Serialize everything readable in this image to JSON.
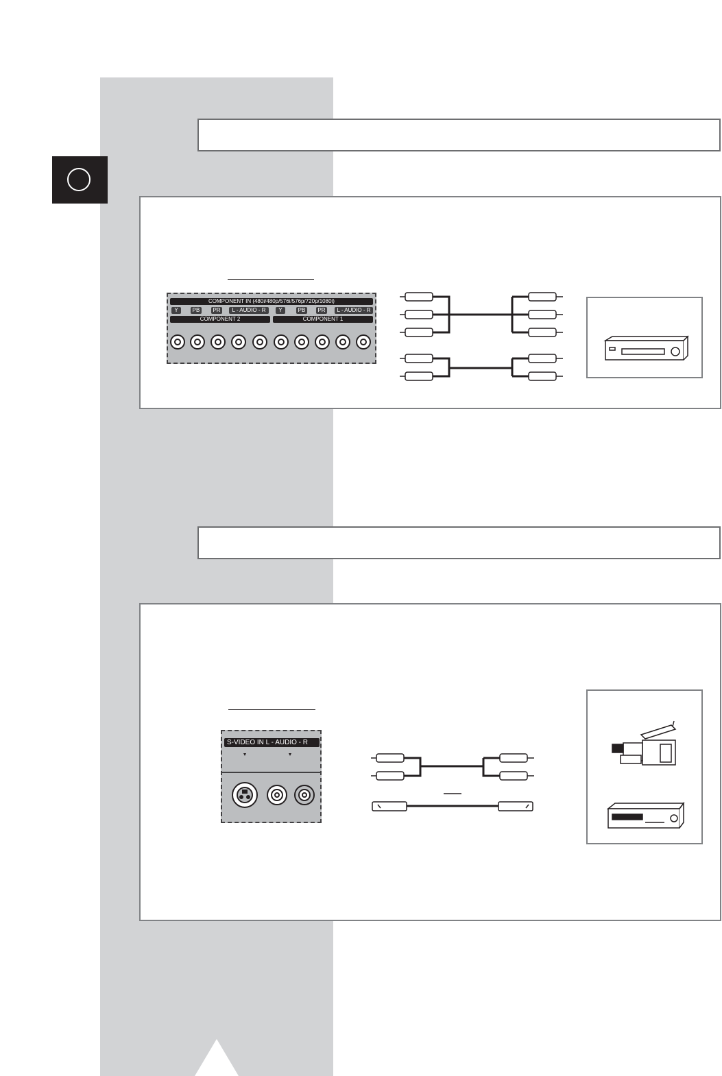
{
  "component_panel": {
    "header": "COMPONENT IN (480i/480p/576i/576p/720p/1080i)",
    "sublabels": [
      "Y",
      "PB",
      "PR",
      "L - AUDIO - R",
      "Y",
      "PB",
      "PR",
      "L - AUDIO - R"
    ],
    "group_labels": [
      "COMPONENT 2",
      "COMPONENT 1"
    ]
  },
  "svideo_panel": {
    "header": "S-VIDEO IN  L - AUDIO - R"
  },
  "icons": {
    "component_source": "dvd-player-icon",
    "svideo_sources": [
      "camcorder-icon",
      "vcr-icon"
    ]
  },
  "colors": {
    "sidebar_grey": "#d2d3d5",
    "tab_black": "#231f20",
    "frame_grey": "#808285"
  }
}
